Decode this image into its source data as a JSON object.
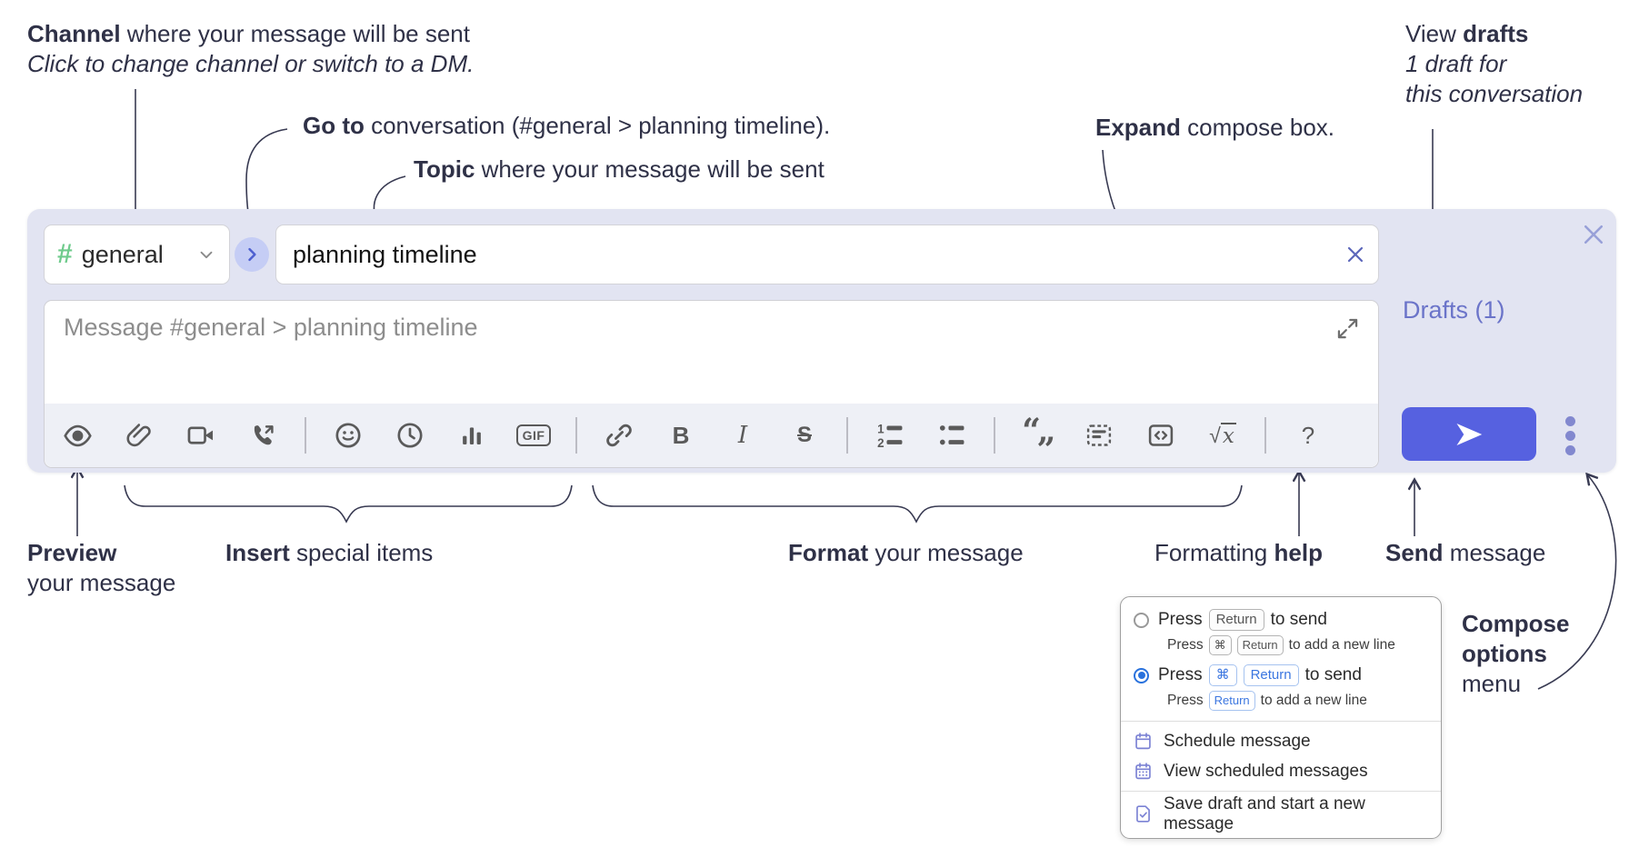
{
  "annotations": {
    "channel": {
      "bold": "Channel",
      "rest": " where your message will be sent",
      "sub_italic": "Click to change channel or switch to a DM."
    },
    "goto": {
      "bold": "Go to",
      "rest": " conversation (#general > planning timeline)."
    },
    "topic": {
      "bold": "Topic",
      "rest": " where your message will be sent"
    },
    "expand": {
      "bold": "Expand",
      "rest": " compose box."
    },
    "drafts": {
      "line1_pre": "View ",
      "line1_bold": "drafts",
      "line2": "1 draft for",
      "line3": "this conversation"
    },
    "preview": {
      "bold": "Preview",
      "line2": "your message"
    },
    "insert": {
      "bold": "Insert",
      "rest": " special items"
    },
    "format": {
      "bold": "Format",
      "rest": " your message"
    },
    "help": {
      "pre": "Formatting ",
      "bold": "help"
    },
    "send": {
      "bold": "Send",
      "rest": " message"
    },
    "compose_options": {
      "line1": "Compose",
      "line2": "options",
      "line3": "menu"
    }
  },
  "composer": {
    "channel_selector": {
      "hash": "#",
      "name": "general"
    },
    "topic_input": {
      "value": "planning timeline"
    },
    "message_input": {
      "placeholder": "Message #general > planning timeline"
    },
    "drafts_link": "Drafts (1)",
    "toolbar": {
      "items": [
        {
          "name": "preview-button",
          "icon": "preview-eye-icon"
        },
        {
          "name": "attach-file-button",
          "icon": "paperclip-icon"
        },
        {
          "name": "video-call-button",
          "icon": "video-camera-icon"
        },
        {
          "name": "audio-call-button",
          "icon": "phone-call-icon"
        },
        {
          "name": "toolbar-divider"
        },
        {
          "name": "emoji-button",
          "icon": "smiley-icon"
        },
        {
          "name": "global-time-button",
          "icon": "clock-icon"
        },
        {
          "name": "poll-button",
          "icon": "bar-chart-icon"
        },
        {
          "name": "gif-button",
          "icon": "gif-icon",
          "label": "GIF"
        },
        {
          "name": "toolbar-divider"
        },
        {
          "name": "link-button",
          "icon": "link-icon"
        },
        {
          "name": "bold-button",
          "icon": "bold-icon",
          "label": "B"
        },
        {
          "name": "italic-button",
          "icon": "italic-icon",
          "label": "I"
        },
        {
          "name": "strikethrough-button",
          "icon": "strikethrough-icon",
          "label": "S"
        },
        {
          "name": "toolbar-divider"
        },
        {
          "name": "numbered-list-button",
          "icon": "numbered-list-icon"
        },
        {
          "name": "bulleted-list-button",
          "icon": "bulleted-list-icon"
        },
        {
          "name": "toolbar-divider"
        },
        {
          "name": "quote-button",
          "icon": "quote-icon",
          "label": "“„"
        },
        {
          "name": "spoiler-button",
          "icon": "spoiler-icon"
        },
        {
          "name": "code-button",
          "icon": "code-icon"
        },
        {
          "name": "math-button",
          "icon": "math-icon",
          "label": "√x"
        },
        {
          "name": "toolbar-divider"
        },
        {
          "name": "message-formatting-help-button",
          "icon": "question-mark-icon",
          "label": "?"
        }
      ]
    }
  },
  "options_menu": {
    "radio_options": [
      {
        "selected": false,
        "line": [
          {
            "t": "text",
            "v": "Press"
          },
          {
            "t": "key",
            "v": "Return"
          },
          {
            "t": "text",
            "v": "to send"
          }
        ],
        "sub": [
          {
            "t": "text",
            "v": "Press"
          },
          {
            "t": "key",
            "v": "⌘"
          },
          {
            "t": "key",
            "v": "Return"
          },
          {
            "t": "text",
            "v": "to add a new line"
          }
        ]
      },
      {
        "selected": true,
        "line": [
          {
            "t": "text",
            "v": "Press"
          },
          {
            "t": "key",
            "v": "⌘",
            "blue": true
          },
          {
            "t": "key",
            "v": "Return",
            "blue": true
          },
          {
            "t": "text",
            "v": "to send"
          }
        ],
        "sub": [
          {
            "t": "text",
            "v": "Press"
          },
          {
            "t": "key",
            "v": "Return",
            "blue": true
          },
          {
            "t": "text",
            "v": "to add a new line"
          }
        ]
      }
    ],
    "items": [
      {
        "name": "schedule-message-item",
        "icon": "calendar-icon",
        "label": "Schedule message"
      },
      {
        "name": "view-scheduled-messages-item",
        "icon": "calendar-grid-icon",
        "label": "View scheduled messages"
      }
    ],
    "items_last": [
      {
        "name": "save-draft-item",
        "icon": "draft-save-icon",
        "label": "Save draft and start a new message"
      }
    ]
  },
  "colors": {
    "compose_bg": "#e2e4f2",
    "send_button": "#5661e0",
    "drafts_link": "#6b74c9",
    "selected_radio": "#2a72dd",
    "menu_icon": "#7b82d4",
    "hash_green": "#6fcb8c",
    "annotation_ink": "#2f3147",
    "arrow_ink": "#383a52"
  }
}
